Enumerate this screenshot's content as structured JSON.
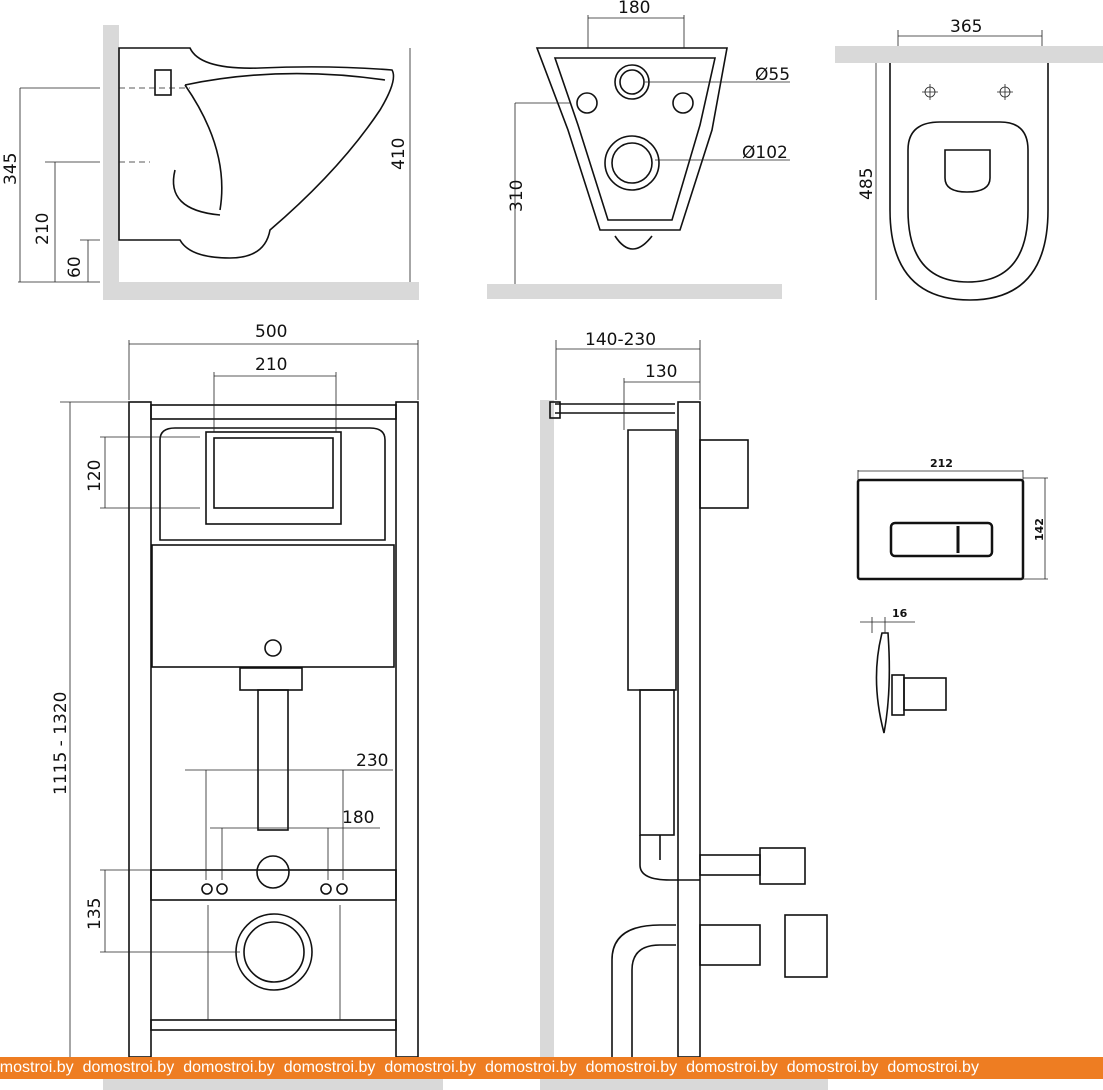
{
  "side_view": {
    "dims": [
      "345",
      "210",
      "60",
      "410"
    ]
  },
  "front_bowl_view": {
    "dims": [
      "180",
      "Ø55",
      "Ø102",
      "310"
    ]
  },
  "top_view": {
    "dims": [
      "365",
      "485"
    ]
  },
  "frame_front": {
    "dims": [
      "500",
      "210",
      "120",
      "1115 - 1320",
      "230",
      "180",
      "135"
    ]
  },
  "frame_side": {
    "dims": [
      "140-230",
      "130"
    ]
  },
  "flush_plate": {
    "dims": [
      "212",
      "142",
      "16"
    ]
  },
  "watermark": {
    "text": "domostroi.by",
    "count": 10
  }
}
